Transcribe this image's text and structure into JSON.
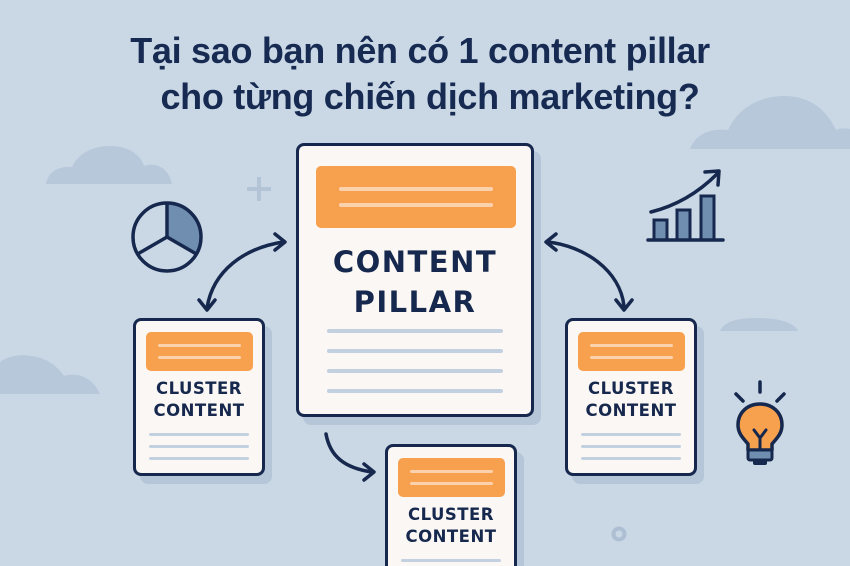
{
  "title": {
    "line1": "Tại sao bạn nên có 1 content pillar",
    "line2": "cho từng chiến dịch marketing?"
  },
  "pillar": {
    "label_line1": "CONTENT",
    "label_line2": "PILLAR"
  },
  "clusters": [
    {
      "position": "left",
      "label_line1": "CLUSTER",
      "label_line2": "CONTENT"
    },
    {
      "position": "right",
      "label_line1": "CLUSTER",
      "label_line2": "CONTENT"
    },
    {
      "position": "bottom",
      "label_line1": "CLUSTER",
      "label_line2": "CONTENT"
    }
  ],
  "icons": [
    "pie-chart-icon",
    "bar-chart-growth-icon",
    "lightbulb-icon",
    "plus-icon",
    "ring-icon",
    "cloud-icon"
  ],
  "colors": {
    "background": "#cad8e6",
    "navy": "#16284d",
    "orange": "#f7a04d",
    "paper": "#faf7f4",
    "text_line": "#c2d0e0",
    "cloud": "#b7c8da",
    "slate_fill": "#6f8eb0"
  }
}
